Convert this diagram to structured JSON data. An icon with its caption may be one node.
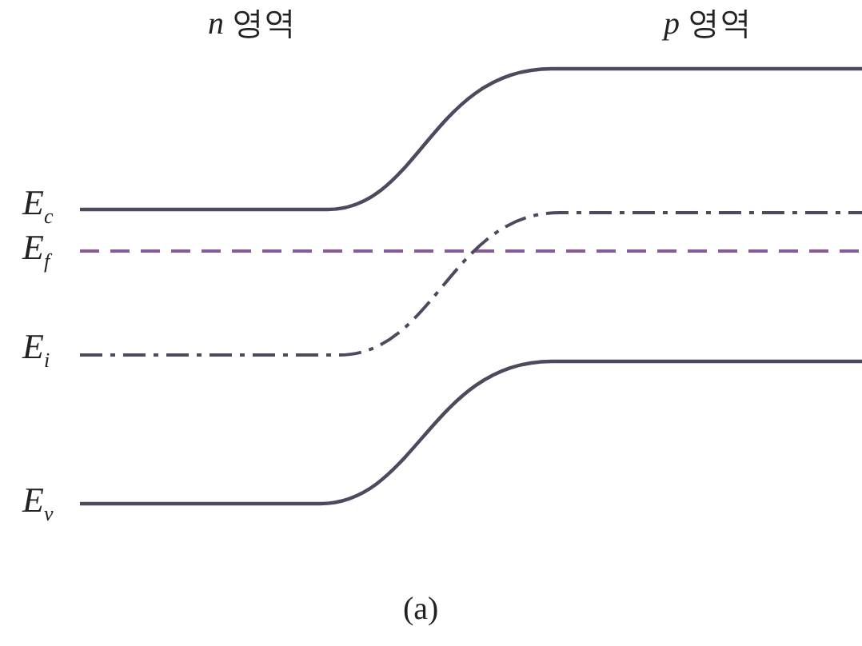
{
  "diagram": {
    "caption": "(a)",
    "labels": [
      "*n* 영역",
      "*p* 영역",
      "E$_{c}$",
      "E$_{f}$",
      "E$_{i}$",
      "E$_{v}$"
    ]
  }
}
